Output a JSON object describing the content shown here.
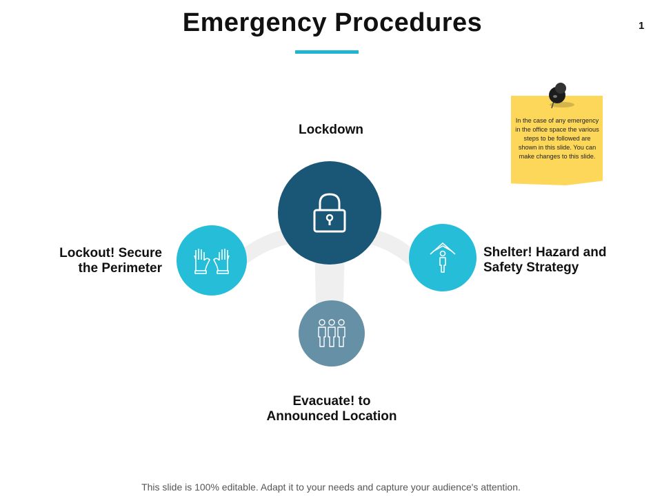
{
  "slide": {
    "title": "Emergency Procedures",
    "page_number": "1",
    "footer": "This slide is 100% editable. Adapt it to your needs and capture your audience's attention."
  },
  "nodes": {
    "center": {
      "label": "Lockdown",
      "icon": "padlock-icon",
      "color": "#1a5675"
    },
    "left": {
      "label_line1": "Lockout! Secure",
      "label_line2": "the Perimeter",
      "icon": "raised-hands-icon",
      "color": "#25bdd8"
    },
    "right": {
      "label_line1": "Shelter! Hazard and",
      "label_line2": "Safety Strategy",
      "icon": "person-under-roof-icon",
      "color": "#25bdd8"
    },
    "bottom": {
      "label_line1": "Evacuate! to",
      "label_line2": "Announced Location",
      "icon": "group-of-people-icon",
      "color": "#6590a6"
    }
  },
  "sticky_note": {
    "text": "In the case of any emergency in the office space the various steps to be followed are shown in this slide. You can make changes to this slide.",
    "color": "#fdd75a",
    "icon": "pushpin-icon"
  },
  "accent_color": "#1fb4cf"
}
